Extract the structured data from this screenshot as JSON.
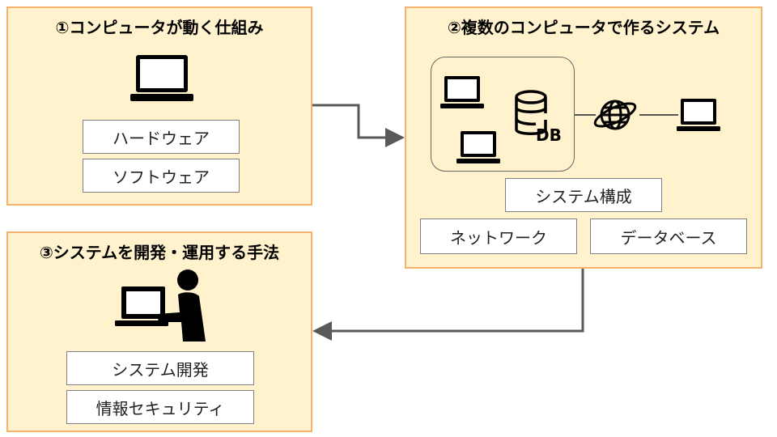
{
  "panel1": {
    "title": "①コンピュータが動く仕組み",
    "items": [
      "ハードウェア",
      "ソフトウェア"
    ]
  },
  "panel2": {
    "title": "②複数のコンピュータで作るシステム",
    "db_label": "DB",
    "config": "システム構成",
    "items": [
      "ネットワーク",
      "データベース"
    ]
  },
  "panel3": {
    "title": "③システムを開発・運用する手法",
    "items": [
      "システム開発",
      "情報セキュリティ"
    ]
  },
  "colors": {
    "panel_fill": "#fff2cc",
    "panel_border": "#f6b26b",
    "arrow": "#595959"
  }
}
